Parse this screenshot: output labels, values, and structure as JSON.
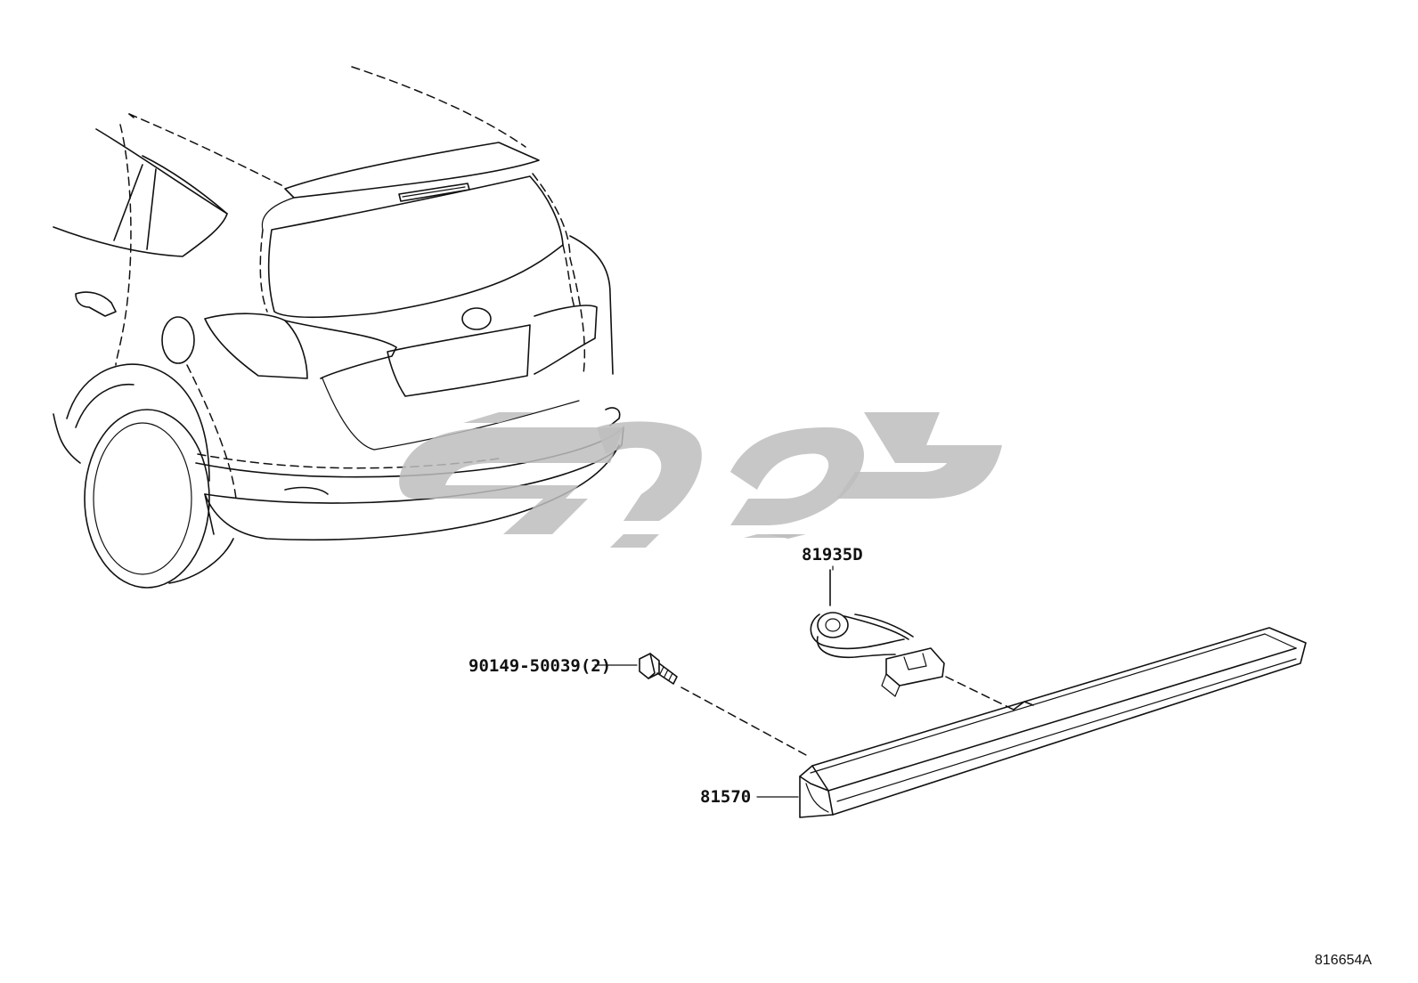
{
  "diagram": {
    "plate_number": "816654A",
    "parts": [
      {
        "id": "wire",
        "number": "81935D"
      },
      {
        "id": "screw",
        "number": "90149-50039(2)"
      },
      {
        "id": "lamp",
        "number": "81570"
      }
    ]
  },
  "colors": {
    "line": "#111111",
    "watermark": "#bdbdbd",
    "background": "#ffffff"
  }
}
